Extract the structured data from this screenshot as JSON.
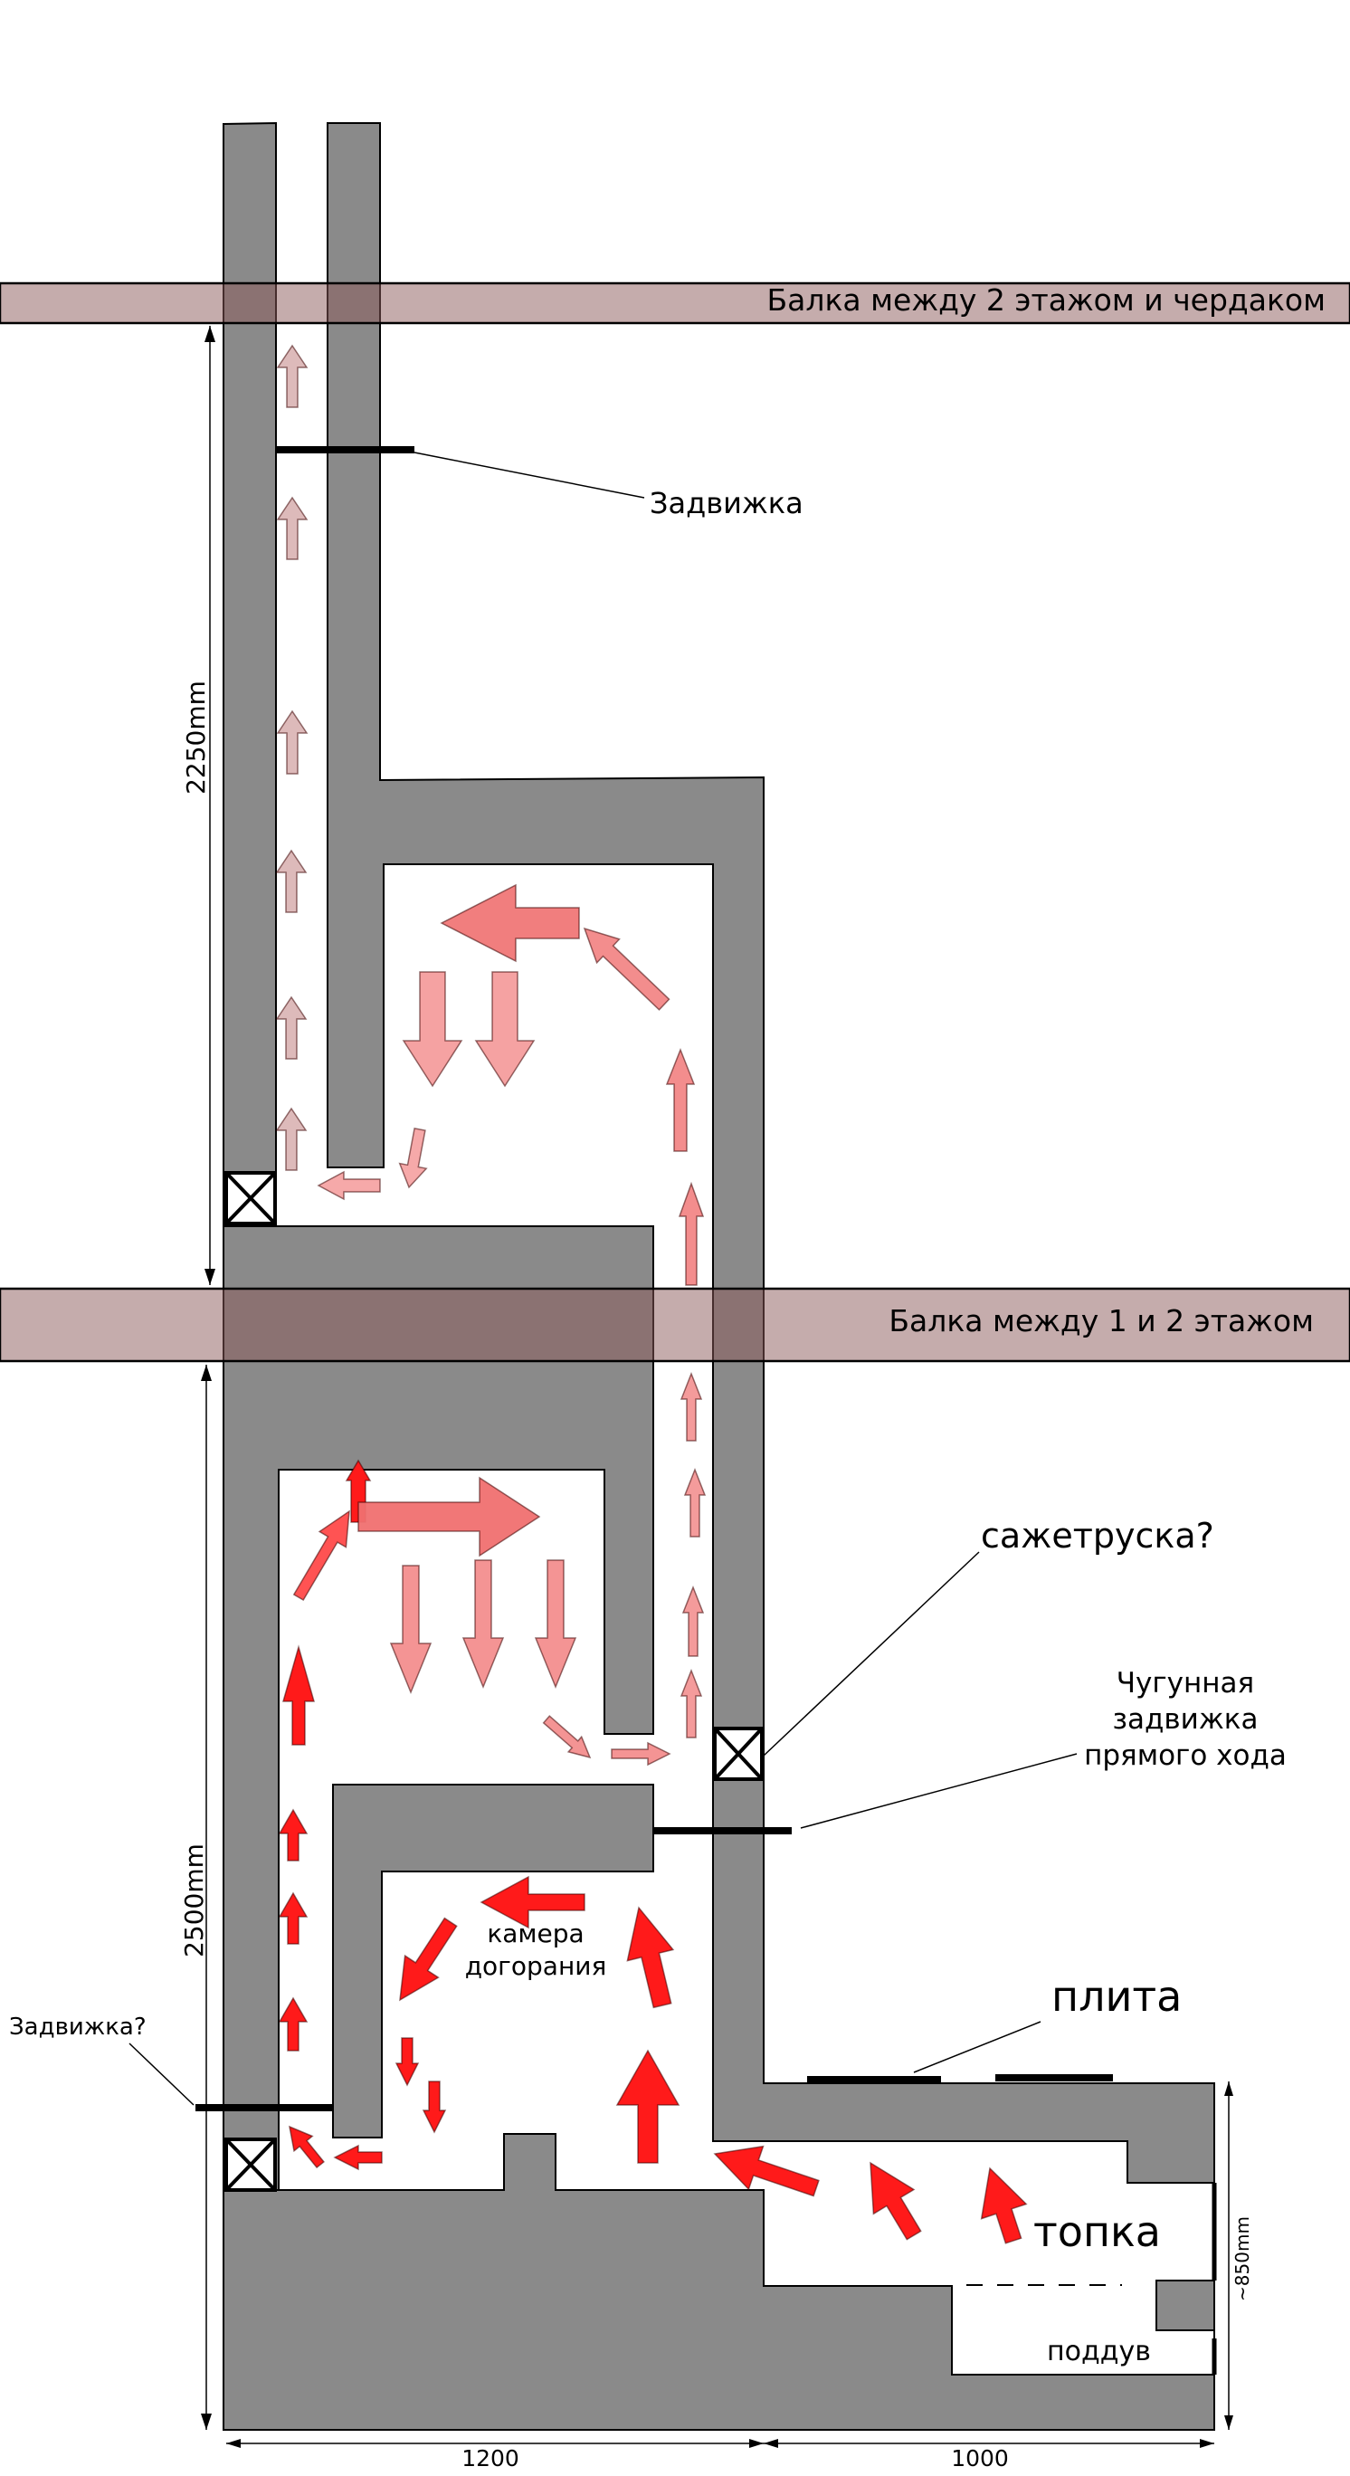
{
  "labels": {
    "beam_upper": "Балка между 2 этажом и чердаком",
    "beam_lower": "Балка между 1 и 2 этажом",
    "damper_top": "Задвижка",
    "dim_upper": "2250mm",
    "dim_lower": "2500mm",
    "soot_cleaner": "сажетруска?",
    "cast_iron_line1": "Чугунная",
    "cast_iron_line2": "задвижка",
    "cast_iron_line3": "прямого хода",
    "chamber_line1": "камера",
    "chamber_line2": "догорания",
    "damper_left": "Задвижка?",
    "stove_plate": "плита",
    "firebox": "топка",
    "ash_blow": "поддув",
    "dim_firebox_height": "~850mm",
    "dim_width_left": "1200",
    "dim_width_right": "1000"
  },
  "colors": {
    "wall": "#8a8a8a",
    "beam": "#b89c9c",
    "flow_hot": "#ff1a1a",
    "flow_warm": "#f07070",
    "flow_cool": "#d9b3b3"
  }
}
